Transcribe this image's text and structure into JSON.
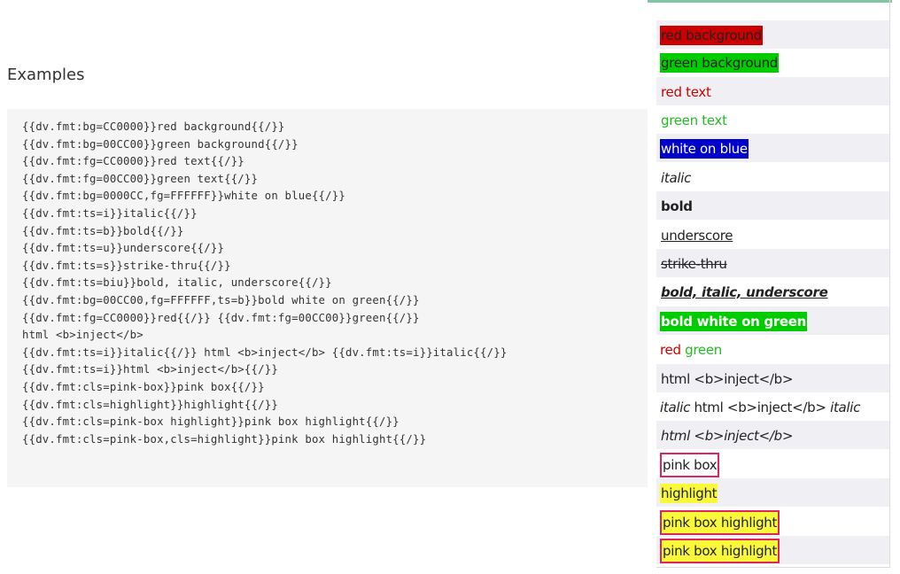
{
  "heading": "Examples",
  "code_lines": [
    "{{dv.fmt:bg=CC0000}}red background{{/}}",
    "{{dv.fmt:bg=00CC00}}green background{{/}}",
    "{{dv.fmt:fg=CC0000}}red text{{/}}",
    "{{dv.fmt:fg=00CC00}}green text{{/}}",
    "{{dv.fmt:bg=0000CC,fg=FFFFFF}}white on blue{{/}}",
    "{{dv.fmt:ts=i}}italic{{/}}",
    "{{dv.fmt:ts=b}}bold{{/}}",
    "{{dv.fmt:ts=u}}underscore{{/}}",
    "{{dv.fmt:ts=s}}strike-thru{{/}}",
    "{{dv.fmt:ts=biu}}bold, italic, underscore{{/}}",
    "{{dv.fmt:bg=00CC00,fg=FFFFFF,ts=b}}bold white on green{{/}}",
    "{{dv.fmt:fg=CC0000}}red{{/}} {{dv.fmt:fg=00CC00}}green{{/}}",
    "html <b>inject</b>",
    "{{dv.fmt:ts=i}}italic{{/}} html <b>inject</b> {{dv.fmt:ts=i}}italic{{/}}",
    "{{dv.fmt:ts=i}}html <b>inject</b>{{/}}",
    "{{dv.fmt:cls=pink-box}}pink box{{/}}",
    "{{dv.fmt:cls=highlight}}highlight{{/}}",
    "{{dv.fmt:cls=pink-box highlight}}pink box highlight{{/}}",
    "{{dv.fmt:cls=pink-box,cls=highlight}}pink box highlight{{/}}"
  ],
  "rendered": {
    "red_background": "red background",
    "green_background": "green background",
    "red_text": "red text",
    "green_text": "green text",
    "white_on_blue": "white on blue",
    "italic": "italic",
    "bold": "bold",
    "underscore": "underscore",
    "strike_thru": "strike-thru",
    "bold_italic_underscore": "bold, italic, underscore",
    "bold_white_on_green": "bold white on green",
    "red": "red",
    "green": "green",
    "html_inject": "html <b>inject</b>",
    "italic_html_inject_italic": "html <b>inject</b>",
    "italic_html_inject": "html <b>inject</b>",
    "pink_box": "pink box",
    "highlight": "highlight",
    "pink_box_highlight_1": "pink box highlight",
    "pink_box_highlight_2": "pink box highlight"
  },
  "colors": {
    "red_bg": "#CC0000",
    "green_bg": "#00CC00",
    "blue_bg": "#0000CC",
    "white": "#FFFFFF",
    "pink_border": "#e0245e",
    "highlight_yellow": "#f9f93a"
  }
}
